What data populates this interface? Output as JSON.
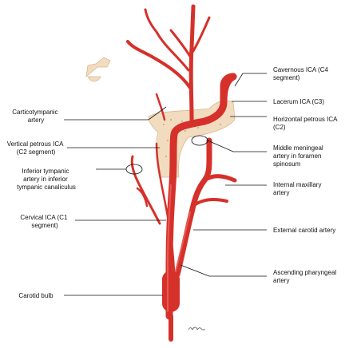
{
  "colors": {
    "artery": "#d6302b",
    "artery_highlight": "#e85b52",
    "bone": "#f2dcc0",
    "bone_outline": "#d9b88f",
    "leader": "#111111"
  },
  "labels_right": [
    {
      "id": "cavernous",
      "lines": [
        "Cavernous ICA (C4",
        "segment)"
      ]
    },
    {
      "id": "lacerum",
      "lines": [
        "Lacerum ICA (C3)"
      ]
    },
    {
      "id": "horizontal",
      "lines": [
        "Horizontal petrous ICA",
        "(C2)"
      ]
    },
    {
      "id": "meningeal",
      "lines": [
        "Middle meningeal",
        "artery in foramen",
        "spinosum"
      ]
    },
    {
      "id": "maxillary",
      "lines": [
        "Internal maxillary",
        "artery"
      ]
    },
    {
      "id": "eca",
      "lines": [
        "External carotid artery"
      ]
    },
    {
      "id": "pharyngeal",
      "lines": [
        "Ascending pharyngeal",
        "artery"
      ]
    }
  ],
  "labels_left": [
    {
      "id": "caroticotympanic",
      "lines": [
        "Carticotympanic",
        "artery"
      ]
    },
    {
      "id": "vertical",
      "lines": [
        "Vertical petrous ICA",
        "(C2 segment)"
      ]
    },
    {
      "id": "inftympanic",
      "lines": [
        "Inferior tympanic",
        "artery in inferior",
        "tympanic canaliculus"
      ]
    },
    {
      "id": "cervical",
      "lines": [
        "Cervical ICA (C1",
        "segment)"
      ]
    },
    {
      "id": "bulb",
      "lines": [
        "Carotid bulb"
      ]
    }
  ]
}
